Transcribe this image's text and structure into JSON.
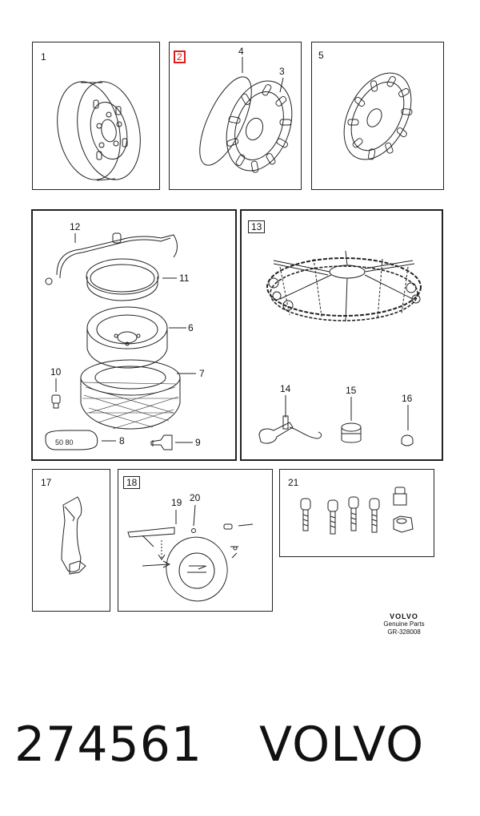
{
  "panels": {
    "p1": {
      "label": "1"
    },
    "p2": {
      "label": "2",
      "callouts": [
        "4",
        "3"
      ]
    },
    "p5": {
      "label": "5"
    },
    "p_spare": {
      "callouts": [
        "12",
        "11",
        "6",
        "10",
        "7",
        "8",
        "9"
      ]
    },
    "p13": {
      "label": "13",
      "callouts": [
        "14",
        "15",
        "16"
      ]
    },
    "p17": {
      "label": "17"
    },
    "p18": {
      "label": "18",
      "callouts": [
        "19",
        "20"
      ]
    },
    "p21": {
      "label": "21"
    }
  },
  "spare_marking": "50 80",
  "brand": {
    "logo": "VOLVO",
    "line1": "Genuine Parts",
    "ref": "GR-328008"
  },
  "footer": {
    "part_number": "274561",
    "make": "VOLVO"
  },
  "colors": {
    "highlight": "#e01b1b",
    "line": "#222222"
  }
}
